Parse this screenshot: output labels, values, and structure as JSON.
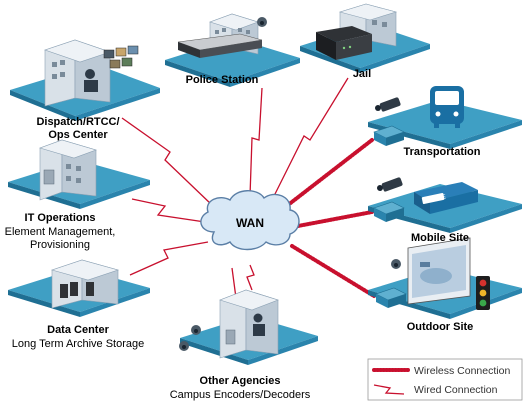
{
  "center": {
    "label": "WAN"
  },
  "sites": {
    "dispatch": {
      "title_line1": "Dispatch/RTCC/",
      "title_line2": "Ops Center"
    },
    "police_station": {
      "title": "Police Station"
    },
    "jail": {
      "title": "Jail"
    },
    "transportation": {
      "title": "Transportation"
    },
    "mobile_site": {
      "title": "Mobile Site",
      "vehicle_text": "POLICE"
    },
    "outdoor_site": {
      "title": "Outdoor Site"
    },
    "it_operations": {
      "title": "IT Operations",
      "subtitle_line1": "Element Management,",
      "subtitle_line2": "Provisioning"
    },
    "data_center": {
      "title": "Data Center",
      "subtitle": "Long Term Archive Storage"
    },
    "other_agencies": {
      "title": "Other Agencies",
      "subtitle": "Campus Encoders/Decoders"
    }
  },
  "legend": {
    "wireless_label": "Wireless Connection",
    "wired_label": "Wired Connection"
  },
  "colors": {
    "platform_top": "#3f9fc4",
    "platform_side": "#1f6f93",
    "building": "#d9e1e8",
    "wired_link": "#c8102e",
    "wireless_link": "#c8102e",
    "cloud_fill": "#d8e8f6",
    "cloud_stroke": "#5b7fa6",
    "vehicle": "#1a6fa3"
  }
}
